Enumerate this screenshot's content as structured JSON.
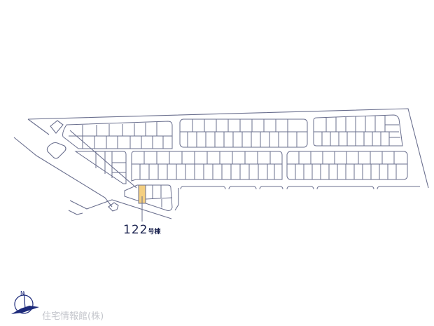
{
  "map": {
    "type": "site-plan",
    "highlight_lot": {
      "number": "122",
      "suffix": "号棟",
      "color": "#f4cf80"
    },
    "line_color": "#6a6f8e",
    "label_color": "#1c2450"
  },
  "compass": {
    "north_label": "N",
    "needle_color": "#1d2a7a"
  },
  "brand": {
    "text": "住宅情報館(株)",
    "color": "#c4c6cc"
  }
}
